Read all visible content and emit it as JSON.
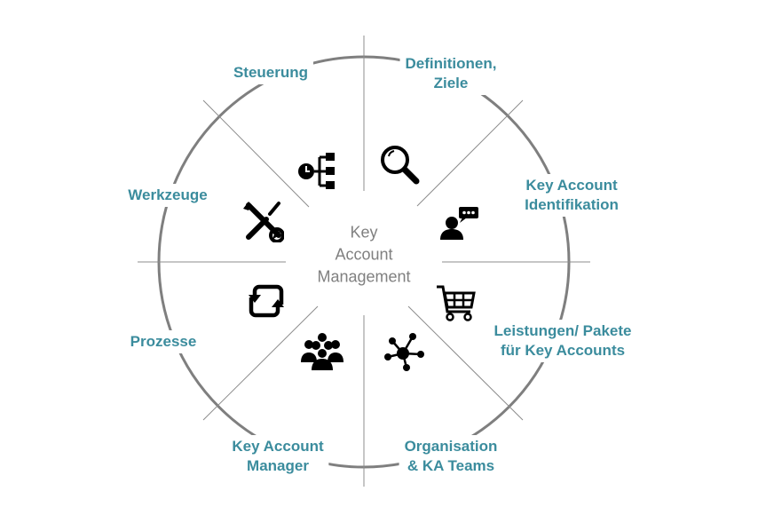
{
  "center": {
    "line1": "Key",
    "line2": "Account",
    "line3": "Management"
  },
  "segments": [
    {
      "label1": "Steuerung",
      "label2": "",
      "icon": "org-chart-clock-icon"
    },
    {
      "label1": "Definitionen,",
      "label2": "Ziele",
      "icon": "magnifier-icon"
    },
    {
      "label1": "Key Account",
      "label2": "Identifikation",
      "icon": "person-speech-icon"
    },
    {
      "label1": "Leistungen/ Pakete",
      "label2": "für Key Accounts",
      "icon": "shopping-cart-icon"
    },
    {
      "label1": "Organisation",
      "label2": "& KA Teams",
      "icon": "network-icon"
    },
    {
      "label1": "Key Account",
      "label2": "Manager",
      "icon": "group-icon"
    },
    {
      "label1": "Prozesse",
      "label2": "",
      "icon": "refresh-icon"
    },
    {
      "label1": "Werkzeuge",
      "label2": "",
      "icon": "tools-icon"
    }
  ],
  "colors": {
    "label": "#3b8c9d",
    "center": "#808080",
    "ring": "#7f7f7f",
    "lines": "#8c8c8c"
  }
}
